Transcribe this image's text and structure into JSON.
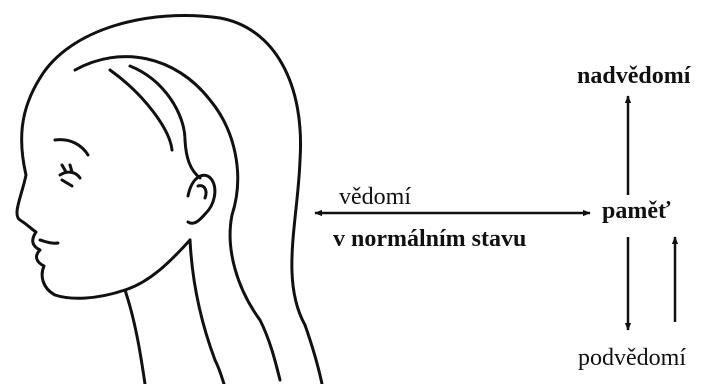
{
  "labels": {
    "nadvedomi": "nadvědomí",
    "vedomi": "vědomí",
    "normalni_stav": "v normálním stavu",
    "pamet": "paměť",
    "podvedomi": "podvědomí"
  },
  "colors": {
    "ink": "#111111",
    "background": "#ffffff"
  },
  "illustration": "woman-profile-head"
}
